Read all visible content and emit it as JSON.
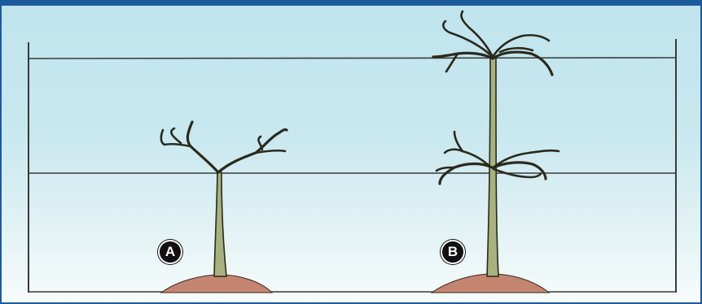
{
  "labels": {
    "plant_a": "A",
    "plant_b": "B"
  },
  "colors": {
    "header_bar": "#1d5a9c",
    "sky_top": "#bfe4ee",
    "sky_bottom": "#f7fcfc",
    "wire": "#3a3a3a",
    "stem_fill": "#a8b27e",
    "stem_outline": "#2a2a1c",
    "soil": "#c48570",
    "badge": "#111111"
  },
  "icons": [
    "post",
    "trellis-wire",
    "vine",
    "soil-mound"
  ]
}
